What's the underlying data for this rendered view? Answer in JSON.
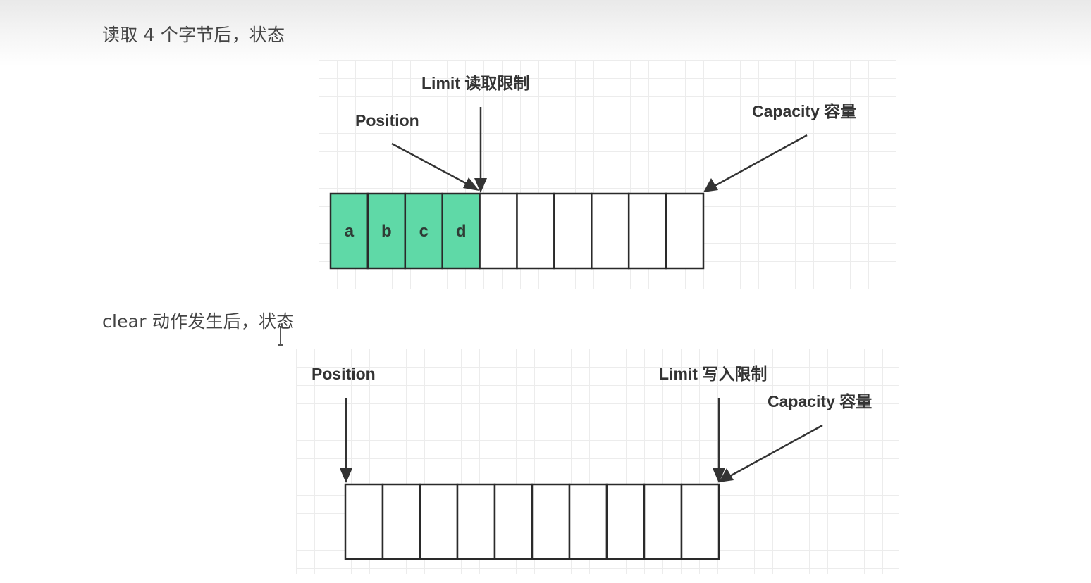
{
  "captions": {
    "after_read": "读取 4 个字节后，状态",
    "after_clear": "clear 动作发生后，状态"
  },
  "diagram_read": {
    "cell_count": 10,
    "filled_values": [
      "a",
      "b",
      "c",
      "d"
    ],
    "labels": {
      "position": "Position",
      "limit": "Limit 读取限制",
      "capacity": "Capacity 容量"
    },
    "colors": {
      "filled_cell": "#5fd9a7",
      "empty_cell": "#ffffff",
      "border": "#2a2a2a"
    }
  },
  "diagram_clear": {
    "cell_count": 10,
    "filled_values": [],
    "labels": {
      "position": "Position",
      "limit": "Limit 写入限制",
      "capacity": "Capacity 容量"
    },
    "colors": {
      "empty_cell": "#ffffff",
      "border": "#2a2a2a"
    }
  },
  "icons": {
    "cursor": "text-cursor-icon"
  }
}
